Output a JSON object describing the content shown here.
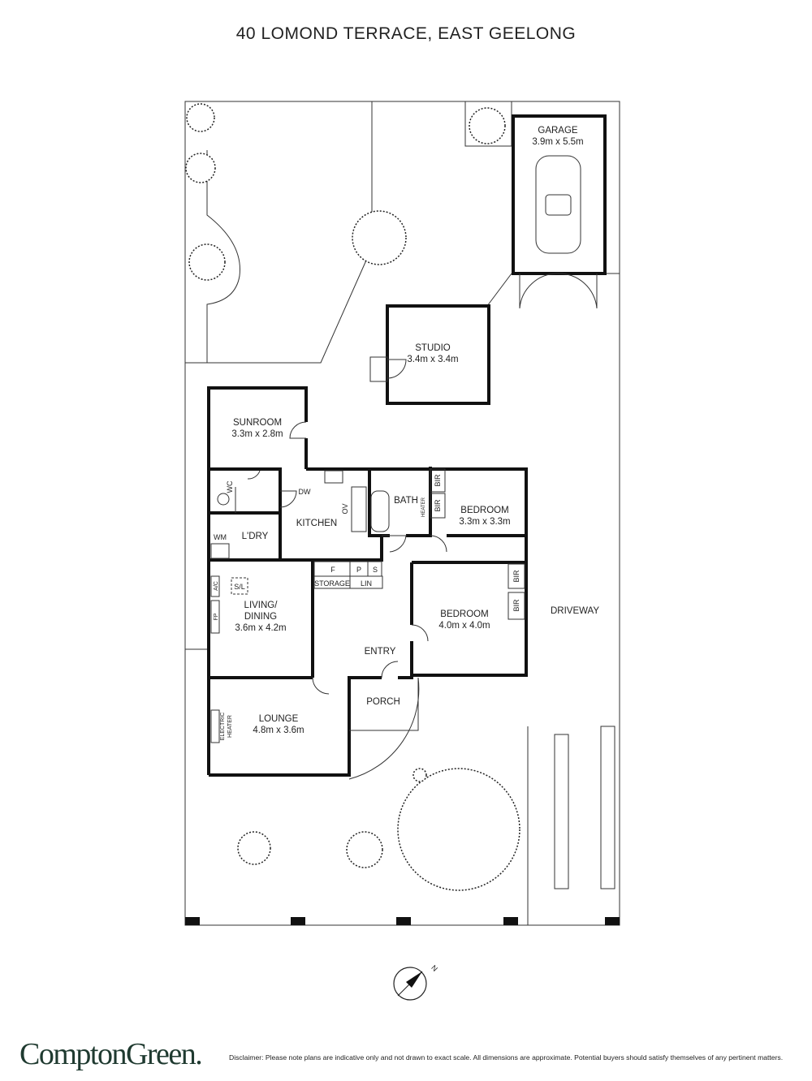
{
  "title": "40 LOMOND TERRACE, EAST GEELONG",
  "rooms": {
    "garage": {
      "name": "GARAGE",
      "size": "3.9m x 5.5m"
    },
    "studio": {
      "name": "STUDIO",
      "size": "3.4m x 3.4m"
    },
    "sunroom": {
      "name": "SUNROOM",
      "size": "3.3m x 2.8m"
    },
    "kitchen": {
      "name": "KITCHEN"
    },
    "bath": {
      "name": "BATH"
    },
    "bedroom1": {
      "name": "BEDROOM",
      "size": "3.3m x 3.3m"
    },
    "bedroom2": {
      "name": "BEDROOM",
      "size": "4.0m x 4.0m"
    },
    "laundry": {
      "name": "L'DRY"
    },
    "living": {
      "name1": "LIVING/",
      "name2": "DINING",
      "size": "3.6m x 4.2m"
    },
    "entry": {
      "name": "ENTRY"
    },
    "porch": {
      "name": "PORCH"
    },
    "lounge": {
      "name": "LOUNGE",
      "size": "4.8m x 3.6m"
    },
    "driveway": {
      "name": "DRIVEWAY"
    }
  },
  "fixtures": {
    "wc": "WC",
    "wm": "WM",
    "dw": "DW",
    "ov": "OV",
    "heater": "HEATER",
    "bir": "BIR",
    "f": "F",
    "p": "P",
    "s": "S",
    "storage": "STORAGE",
    "lin": "LIN",
    "sl": "S/L",
    "ac": "A/C",
    "fp": "FP",
    "electric_heater1": "ELECTRIC",
    "electric_heater2": "HEATER"
  },
  "compass": "N",
  "footer": {
    "logo": "ComptonGreen.",
    "disclaimer": "Disclaimer: Please note plans are indicative only and not drawn to exact scale. All dimensions are approximate. Potential buyers should satisfy themselves of any pertinent matters."
  }
}
